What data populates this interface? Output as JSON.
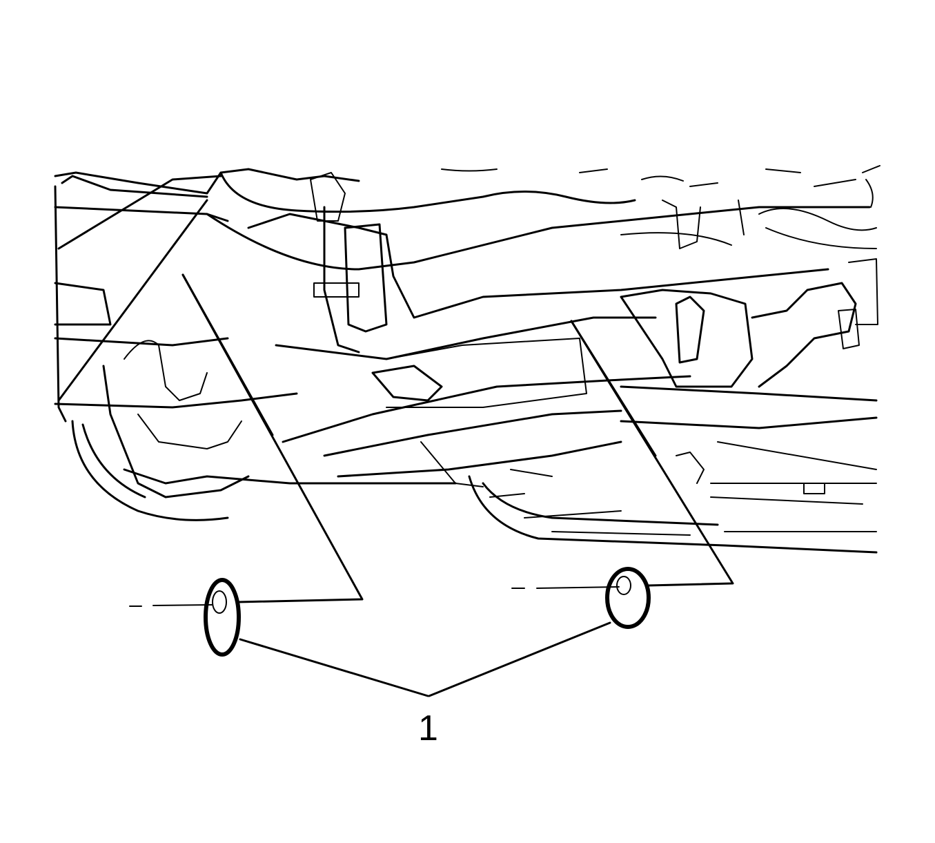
{
  "figure": {
    "callout_label": "1",
    "line_color": "#000000",
    "background": "#ffffff",
    "parts": [
      {
        "callout": "1",
        "type": "plug",
        "count": 2
      }
    ]
  }
}
